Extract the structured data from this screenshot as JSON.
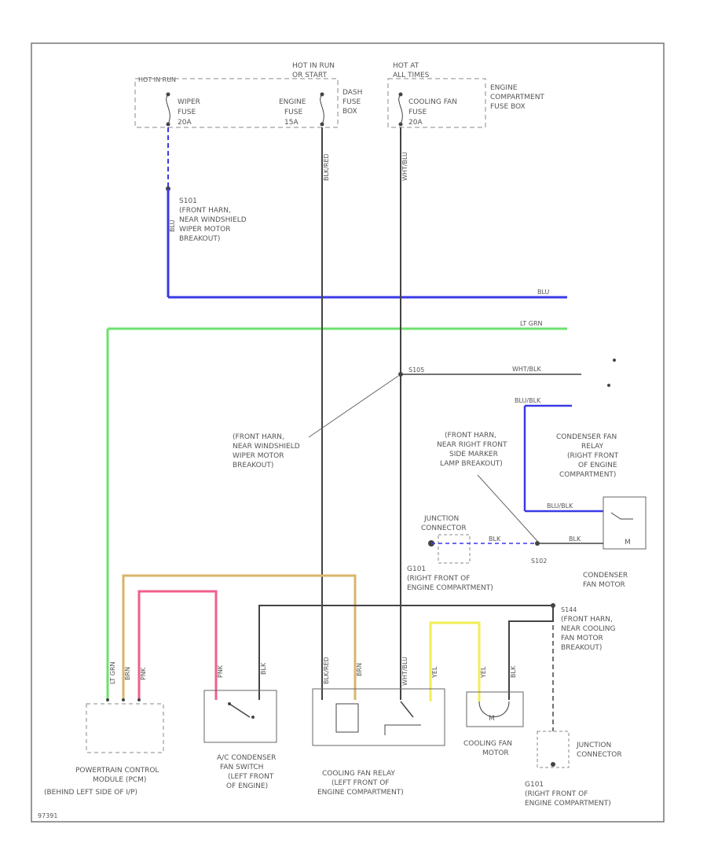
{
  "fuse_box_left": {
    "header": "HOT IN RUN",
    "wiper_fuse": [
      "WIPER",
      "FUSE",
      "20A"
    ],
    "engine_fuse": [
      "ENGINE",
      "FUSE",
      "15A"
    ],
    "hot_header": [
      "HOT IN RUN",
      "OR START"
    ],
    "box_name": [
      "DASH",
      "FUSE",
      "BOX"
    ]
  },
  "fuse_box_right": {
    "hot_header": [
      "HOT AT",
      "ALL TIMES"
    ],
    "cooling_fuse": [
      "COOLING FAN",
      "FUSE",
      "20A"
    ],
    "box_name": [
      "ENGINE",
      "COMPARTMENT",
      "FUSE BOX"
    ]
  },
  "splice_s101": [
    "S101",
    "(FRONT HARN,",
    "NEAR WINDSHIELD",
    "WIPER MOTOR",
    "BREAKOUT)"
  ],
  "splice_s105": {
    "id": "S105",
    "note": [
      "(FRONT HARN,",
      "NEAR WINDSHIELD",
      "WIPER MOTOR",
      "BREAKOUT)"
    ]
  },
  "wire_labels": {
    "blu": "BLU",
    "lt_grn": "LT GRN",
    "wht_blk": "WHT/BLK",
    "blu_blk": "BLU/BLK",
    "blk_vert_1": "BLK/RED",
    "blk_vert_2": "WHT/BLU",
    "blu_vert": "BLU",
    "pcm_w1": "LT GRN",
    "pcm_w2": "BRN",
    "pcm_w3": "PNK",
    "sw_w1": "PNK",
    "sw_w2": "BLK",
    "relay_w1": "BLK/RED",
    "relay_w2": "BRN",
    "relay_w3": "WHT/BLU",
    "motor_w1": "YEL",
    "motor_w2": "YEL",
    "motor_w3": "BLK",
    "blu_blk_cond": "BLU/BLK",
    "blk_cond": "BLK",
    "blk_jc": "BLK"
  },
  "condenser_fan_relay": [
    "CONDENSER FAN",
    "RELAY",
    "(RIGHT FRONT",
    "OF ENGINE",
    "COMPARTMENT)"
  ],
  "s102_note": [
    "(FRONT HARN,",
    "NEAR RIGHT FRONT",
    "SIDE MARKER",
    "LAMP BREAKOUT)"
  ],
  "junction_connector_top": [
    "JUNCTION",
    "CONNECTOR"
  ],
  "g101_top": [
    "G101",
    "(RIGHT FRONT OF",
    "ENGINE COMPARTMENT)"
  ],
  "s102_id": "S102",
  "condenser_fan_motor": [
    "CONDENSER",
    "FAN MOTOR"
  ],
  "motor_symbol": "M",
  "s144": [
    "S144",
    "(FRONT HARN,",
    "NEAR COOLING",
    "FAN MOTOR",
    "BREAKOUT)"
  ],
  "pcm": [
    "POWERTRAIN CONTROL",
    "MODULE (PCM)",
    "(BEHIND LEFT SIDE OF I/P)"
  ],
  "ac_switch": [
    "A/C CONDENSER",
    "FAN SWITCH",
    "(LEFT FRONT",
    "OF ENGINE)"
  ],
  "cooling_relay": [
    "COOLING FAN RELAY",
    "(LEFT FRONT OF",
    "ENGINE COMPARTMENT)"
  ],
  "cooling_motor": [
    "COOLING FAN",
    "MOTOR"
  ],
  "junction_connector_bottom": [
    "JUNCTION",
    "CONNECTOR"
  ],
  "g101_bottom": [
    "G101",
    "(RIGHT FRONT OF",
    "ENGINE COMPARTMENT)"
  ],
  "figure_code": "97391",
  "colors": {
    "blue": "#3a3ae6",
    "green": "#6ee06e",
    "tan": "#d9b46a",
    "pink": "#ef5f8a",
    "yellow": "#f2ee55",
    "black": "#444444"
  }
}
